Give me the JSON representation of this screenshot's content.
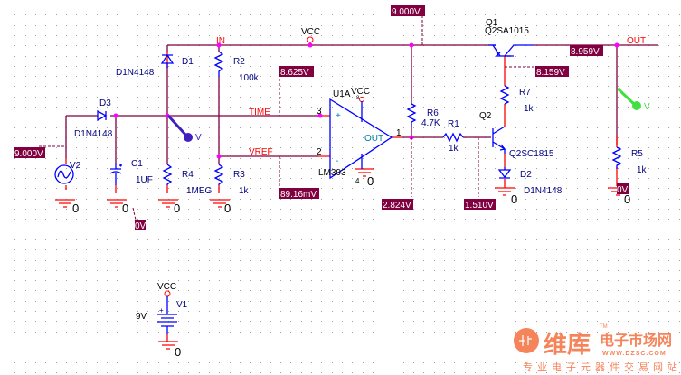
{
  "nets": {
    "in": "IN",
    "vcc": "VCC",
    "time": "TIME",
    "vref": "VREF",
    "out": "OUT"
  },
  "parts": {
    "d1": {
      "ref": "D1",
      "model": "D1N4148"
    },
    "d2": {
      "ref": "D2",
      "model": "D1N4148"
    },
    "d3": {
      "ref": "D3",
      "model": "D1N4148"
    },
    "r1": {
      "ref": "R1",
      "value": "1k"
    },
    "r2": {
      "ref": "R2",
      "value": "100k"
    },
    "r3": {
      "ref": "R3",
      "value": "1k"
    },
    "r4": {
      "ref": "R4",
      "value": "1MEG"
    },
    "r5": {
      "ref": "R5",
      "value": "1k"
    },
    "r6": {
      "ref": "R6",
      "value": "4.7K"
    },
    "r7": {
      "ref": "R7",
      "value": "1k"
    },
    "c1": {
      "ref": "C1",
      "value": "1UF"
    },
    "v1": {
      "ref": "V1",
      "value": "9V"
    },
    "v2": {
      "ref": "V2"
    },
    "q1": {
      "ref": "Q1",
      "model": "Q2SA1015"
    },
    "q2": {
      "ref": "Q2",
      "model": "Q2SC1815"
    },
    "u1": {
      "ref": "U1A",
      "model": "LM393",
      "pin_plus": "3",
      "pin_minus": "2",
      "pin_out": "1",
      "pin_gnd": "4",
      "pin_vcc": "8",
      "out_label": "OUT",
      "plus": "+",
      "minus": "-"
    }
  },
  "ground_label": "0",
  "probe_label": "V",
  "voltages": {
    "top_rail": "9.000V",
    "time_node": "8.625V",
    "vref_node": "89.16mV",
    "v2_node": "9.000V",
    "c1_ground": "0V",
    "out_node": "8.959V",
    "q1_collector": "8.159V",
    "opamp_out": "2.824V",
    "q2_base": "1.510V",
    "r5_ground": "0V"
  },
  "colors": {
    "wire": "#800040",
    "pin": "#ff0000",
    "part": "#0000ff",
    "junction": "#ff00ff",
    "voltage_bg": "#800040"
  },
  "watermark": {
    "brand": "维库",
    "title": "电子市场网",
    "url": "WWW.DZSC.COM",
    "tagline": "专业电子元器件交易网站",
    "tm": "TM"
  }
}
